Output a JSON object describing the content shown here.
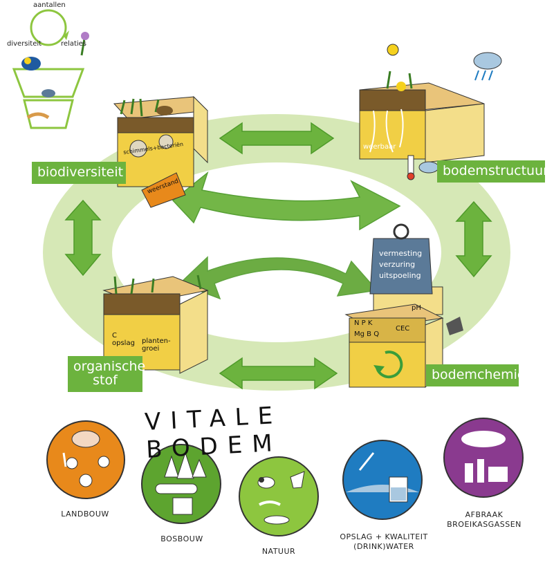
{
  "colors": {
    "ring": "#d6e8b6",
    "arrow": "#6cb33e",
    "arrowDark": "#4e9a2a",
    "label": "#6cb33e",
    "soil": "#f1cf45",
    "soilDark": "#c99a2a",
    "orange": "#e8891b",
    "green": "#5da42f",
    "blue": "#1f7cc1",
    "purple": "#8a3a8f",
    "lime": "#8dc63f"
  },
  "mini_cycle": {
    "top": "aantallen",
    "left": "diversiteit",
    "right": "relaties"
  },
  "labels": {
    "biodiversity": "biodiversiteit",
    "structure": "bodemstructuur",
    "organic": "organische stof",
    "chemistry": "bodemchemie"
  },
  "annotations": {
    "fungi": "schimmels+bacteriën",
    "resistance": "weerstand",
    "resilient": "weerbaar",
    "carbon": "C opslag",
    "plantgrowth": "planten-groei",
    "npk": "N P K",
    "mg": "Mg B Q",
    "ph": "pH",
    "cec": "CEC",
    "weight1": "vermesting",
    "weight2": "verzuring",
    "weight3": "uitspoeling"
  },
  "title": "VITALE BODEM",
  "ecosystem_services": [
    {
      "label": "LANDBOUW",
      "icon": "farm-produce-icon",
      "color": "#e8891b"
    },
    {
      "label": "BOSBOUW",
      "icon": "forest-timber-icon",
      "color": "#5da42f"
    },
    {
      "label": "NATUUR",
      "icon": "wildlife-icon",
      "color": "#8dc63f"
    },
    {
      "label": "OPSLAG + KWALITEIT (DRINK)WATER",
      "icon": "water-glass-icon",
      "color": "#1f7cc1"
    },
    {
      "label": "AFBRAAK BROEIKASGASSEN",
      "icon": "factory-emission-icon",
      "color": "#8a3a8f"
    }
  ]
}
